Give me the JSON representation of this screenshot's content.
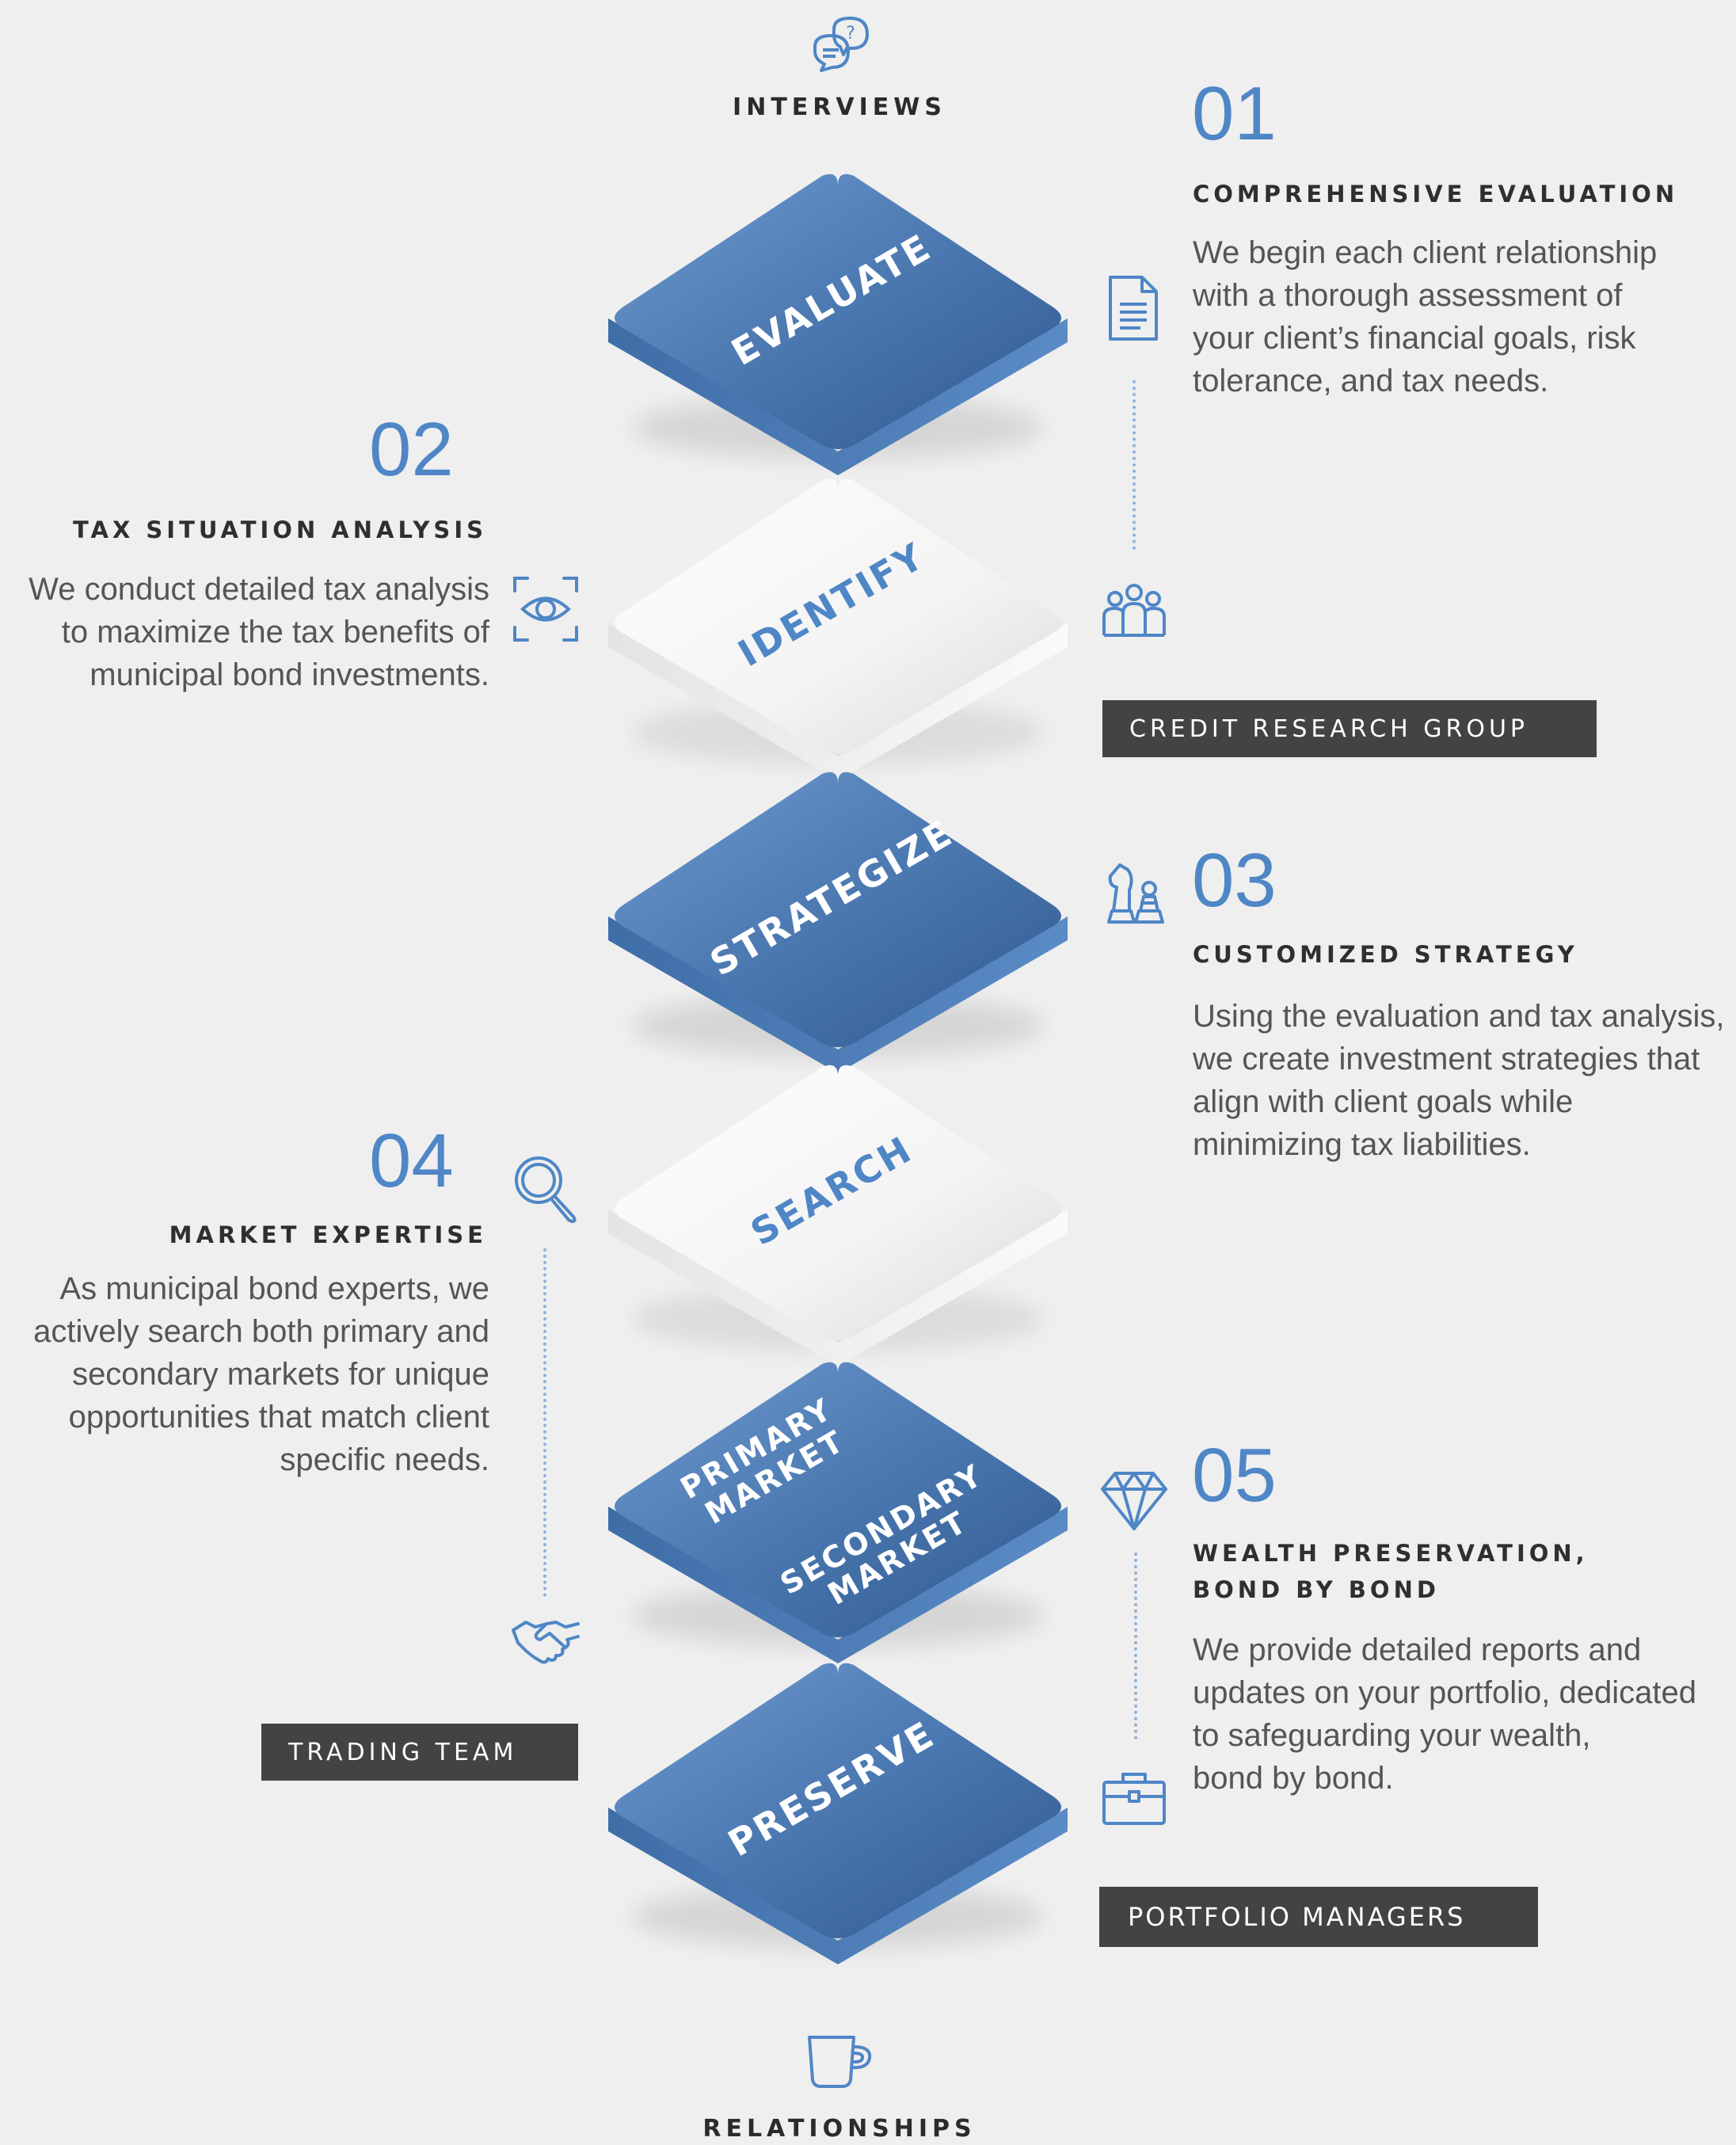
{
  "top_label": "INTERVIEWS",
  "bottom_label": "RELATIONSHIPS",
  "tiles": [
    {
      "text": "EVALUATE",
      "style": "blue"
    },
    {
      "text": "IDENTIFY",
      "style": "white"
    },
    {
      "text": "STRATEGIZE",
      "style": "blue"
    },
    {
      "text": "SEARCH",
      "style": "white"
    },
    {
      "text": "PRIMARY",
      "text2": "MARKET",
      "text3": "SECONDARY",
      "text4": "MARKET",
      "style": "blue"
    },
    {
      "text": "PRESERVE",
      "style": "blue"
    }
  ],
  "steps": {
    "s1": {
      "number": "01",
      "heading": "COMPREHENSIVE EVALUATION",
      "lines": [
        "We begin each client relationship",
        "with a thorough assessment of",
        "your client’s financial goals, risk",
        "tolerance, and tax needs."
      ]
    },
    "s2": {
      "number": "02",
      "heading": "TAX SITUATION ANALYSIS",
      "lines": [
        "We conduct detailed tax analysis",
        "to maximize the tax benefits of",
        "municipal bond investments."
      ]
    },
    "s3": {
      "number": "03",
      "heading": "CUSTOMIZED STRATEGY",
      "lines": [
        "Using the evaluation and tax analysis,",
        "we create investment strategies that",
        "align with client goals while",
        "minimizing tax liabilities."
      ]
    },
    "s4": {
      "number": "04",
      "heading": "MARKET EXPERTISE",
      "lines": [
        "As municipal bond experts, we",
        "actively search both primary and",
        "secondary markets for unique",
        "opportunities that match client",
        "specific needs."
      ]
    },
    "s5": {
      "number": "05",
      "heading_line1": "WEALTH PRESERVATION,",
      "heading_line2": "BOND BY BOND",
      "lines": [
        "We provide detailed reports and",
        "updates on your portfolio, dedicated",
        "to safeguarding your wealth,",
        "bond by bond."
      ]
    }
  },
  "tags": {
    "credit": "CREDIT RESEARCH GROUP",
    "trading": "TRADING TEAM",
    "portfolio": "PORTFOLIO MANAGERS"
  },
  "icons": [
    "chat-question-icon",
    "document-icon",
    "eye-scan-icon",
    "people-group-icon",
    "chess-icon",
    "magnifier-icon",
    "diamond-icon",
    "handshake-icon",
    "briefcase-icon",
    "coffee-cup-icon"
  ],
  "colors": {
    "accent": "#4f86c6",
    "tile_blue": "#4a77ae",
    "tag_bg": "#434343"
  }
}
